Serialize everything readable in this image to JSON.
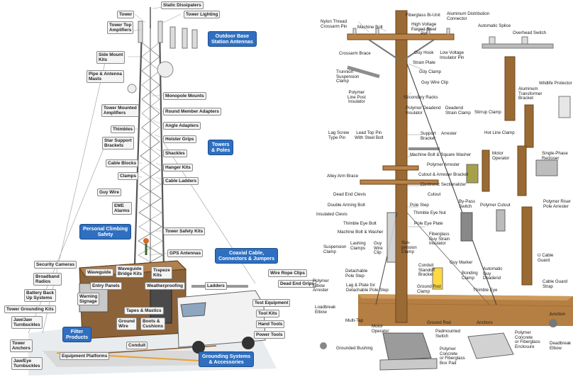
{
  "left_panel": {
    "labels": {
      "static_dissipaters": "Static Dissipaters",
      "tower": "Tower",
      "tower_lighting": "Tower Lighting",
      "tower_top_amplifiers": "Tower Top\nAmplifiers",
      "side_mount_kits": "Side Mount\nKits",
      "pipe_antenna_masts": "Pipe & Antenna\nMasts",
      "tower_mounted_amplifiers": "Tower Mounted\nAmplifiers",
      "thimbles": "Thimbles",
      "star_support_brackets": "Star Support\nBrackets",
      "cable_blocks": "Cable Blocks",
      "clamps": "Clamps",
      "guy_wire": "Guy Wire",
      "eme_alarms": "EME\nAlarms",
      "monopole_mounts": "Monopole Mounts",
      "round_member_adapters": "Round Member Adapters",
      "angle_adapters": "Angle Adapters",
      "hoister_grips": "Hoister Grips",
      "shackles": "Shackles",
      "hanger_kits": "Hanger Kits",
      "cable_ladders": "Cable Ladders",
      "tower_safety_kits": "Tower Safety Kits",
      "gps_antennas": "GPS Antennas",
      "security_cameras": "Security Cameras",
      "broadband_radios": "Broadband\nRadios",
      "battery_back_up_systems": "Battery Back\nUp Systems",
      "tower_grounding_kits": "Tower Grounding Kits",
      "jaw_jaw_turnbuckles": "Jaw/Jaw\nTurnbuckles",
      "tower_anchors": "Tower\nAnchors",
      "jaw_eye_turnbuckles": "Jaw/Eye\nTurnbuckles",
      "waveguide": "Waveguide",
      "waveguide_bridge_kits": "Waveguide\nBridge Kits",
      "entry_panels": "Entry Panels",
      "trapeze_kits": "Trapeze\nKits",
      "warning_signage": "Warning\nSignage",
      "weatherproofing": "Weatherproofing",
      "ladders": "Ladders",
      "tapes_mastics": "Tapes & Mastics",
      "ground_wire": "Ground\nWire",
      "boots_cushions": "Boots &\nCushions",
      "conduit": "Conduit",
      "equipment_platforms": "Equipment Platforms",
      "wire_rope_clips": "Wire Rope Clips",
      "dead_end_grips": "Dead End Grips",
      "test_equipment": "Test Equipment",
      "tool_kits": "Tool Kits",
      "hand_tools": "Hand Tools",
      "power_tools": "Power Tools"
    },
    "categories": {
      "outdoor_base_station_antennas": "Outdoor Base\nStation Antennas",
      "towers_poles": "Towers\n& Poles",
      "personal_climbing_safety": "Personal Climbing\nSafety",
      "coaxial_cable": "Coaxial Cable,\nConnectors & Jumpers",
      "filter_products": "Filter\nProducts",
      "grounding_systems": "Grounding Systems\n& Accessories"
    }
  },
  "right_panel": {
    "labels": {
      "fiberglass_bi_unit": "Fiberglass Bi-Unit",
      "nylon_thread_crossarm_pin": "Nylon Thread\nCrossarm Pin",
      "machine_bolt": "Machine Bolt",
      "high_voltage_forged_steel_pin": "High Voltage\nForged Steel\nPin",
      "aluminum_distribution_connector": "Aluminum Distribution\nConnector",
      "automatic_splice": "Automatic Splice",
      "overhead_switch": "Overhead Switch",
      "crossarm_brace": "Crossarm Brace",
      "guy_hook": "Guy Hook",
      "low_voltage_insulator_pin": "Low Voltage\nInsulator Pin",
      "strain_plate": "Strain Plate",
      "guy_clamp": "Guy Clamp",
      "trunnion_suspension_clamp": "Trunnion\nSuspension\nClamp",
      "guy_wire_clip": "Guy Wire Clip",
      "polymer_line_post_insulator": "Polymer\nLine Post\nInsulator",
      "secondary_racks": "Secondary Racks",
      "wildlife_protector": "Wildlife Protector",
      "aluminum_transformer_bracket": "Aluminum\nTransformer\nBracket",
      "polymer_deadend_insulator": "Polymer Deadend\nInsulator",
      "deadend_strain_clamp": "Deadend\nStrain Clamp",
      "stirrup_clamp": "Stirrup Clamp",
      "hot_line_clamp": "Hot Line Clamp",
      "lag_screw_type_pin": "Lag Screw\nType Pin",
      "lead_top_pin_steel_bolt": "Lead Top Pin\nWith Steel Bolt",
      "support_bracket": "Support\nBracket",
      "arrester": "Arrester",
      "machine_bolt_square_washer": "Machine Bolt & Square Washer",
      "polymer_arrester": "Polymer Arrester",
      "motor_operator": "Motor\nOperator",
      "single_phase_recloser": "Single-Phase\nRecloser",
      "alley_arm_brace": "Alley Arm Brace",
      "cutout_arrester_bracket": "Cutout & Arrester Bracket",
      "electronic_sectionalizer": "Electronic Sectionalizer",
      "dead_end_clevis": "Dead End Clevis",
      "cutout": "Cutout",
      "double_arming_bolt": "Double Arming Bolt",
      "pole_step": "Pole Step",
      "insulated_clevis": "Insulated Clevis",
      "thimble_eye_nut": "Thimble Eye Nut",
      "thimble_eye_bolt": "Thimble Eye Bolt",
      "pole_eye_plate": "Pole Eye Plate",
      "machine_bolt_washer": "Machine Bolt & Washer",
      "fiberglass_guy_strain_insulator": "Fiberglass\nGuy Strain\nInsulator",
      "by_pass_switch": "By-Pass\nSwitch",
      "polymer_cutout": "Polymer Cutout",
      "polymer_riser_pole_arrester": "Polymer Riser\nPole Arrester",
      "suspension_clamp": "Suspension\nClamp",
      "lashing_clamps": "Lashing\nClamps",
      "guy_wire_clip_2": "Guy\nWire\nClip",
      "suspension_clamp_2": "Sus-\npension\nClamp",
      "u_cable_guard": "U Cable\nGuard",
      "conduit_standoff_bracket": "Conduit\nStandoff\nBracket",
      "guy_marker": "Guy Marker",
      "bonding_clamp": "Bonding\nClamp",
      "automatic_guy_deadend": "Automatic\nGuy\nDeadend",
      "detachable_pole_step": "Detachable\nPole Step",
      "lag_plate_detachable_pole_step": "Lag & Plate for\nDetachable Pole Step",
      "ground_rod_clamp": "Ground Rod\nClamp",
      "cable_guard_strap": "Cable Guard\nStrap",
      "thimble_eye": "Thimble Eye",
      "polymer_elbow_arrester": "Polymer\nElbow\nArrester",
      "loadbreak_elbow": "Loadbreak\nElbow",
      "multi_tap": "Multi-Tap",
      "motor_operator_2": "Motor\nOperator",
      "ground_rod": "Ground Rod",
      "anchors": "Anchors",
      "junction": "Junction",
      "padmounted_switch": "Padmounted\nSwitch",
      "grounded_bushing": "Grounded Bushing",
      "polymer_concrete_box_pad": "Polymer\nConcrete\nor Fiberglass\nBox Pad",
      "polymer_concrete_enclosure": "Polymer\nConcrete\nor Fiberglass\nEnclosure",
      "deadbreak_elbow": "Deadbreak\nElbow"
    }
  }
}
